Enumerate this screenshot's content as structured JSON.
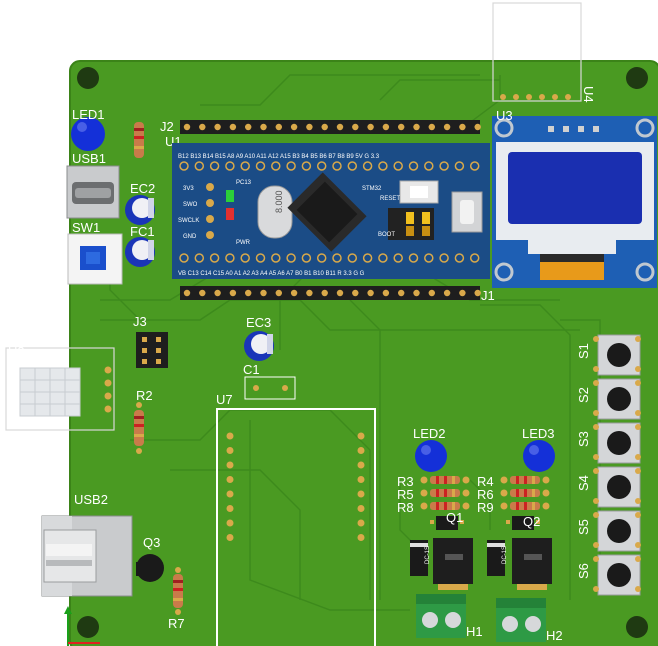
{
  "board": {
    "colors": {
      "pcb": "#4a9a22",
      "pcb_edge": "#3b8318",
      "trace": "#3d8a1c",
      "mount_hole": "#1f3a12",
      "silkscreen": "#ffffff",
      "stm32_board": "#1b4c86",
      "oled_pcb": "#1e5fb4",
      "oled_screen": "#1a2fb0",
      "pad_gold": "#d9a94a",
      "led_blue": "#1430d8",
      "terminal_green": "#2e9a45"
    },
    "labels": {
      "led1": "LED1",
      "usb1": "USB1",
      "sw1": "SW1",
      "ec2": "EC2",
      "fc1": "FC1",
      "j2": "J2",
      "u1": "U1",
      "u4": "U4",
      "j1": "J1",
      "u3": "U3",
      "j3": "J3",
      "r2": "R2",
      "ec3": "EC3",
      "c1": "C1",
      "u7": "U7",
      "led2": "LED2",
      "led3": "LED3",
      "r3": "R3",
      "r5": "R5",
      "r8": "R8",
      "r4": "R4",
      "r6": "R6",
      "r9": "R9",
      "q1": "Q1",
      "q2": "Q2",
      "usb2": "USB2",
      "q3": "Q3",
      "r7": "R7",
      "h1": "H1",
      "h2": "H2",
      "s1": "S1",
      "s2": "S2",
      "s3": "S3",
      "s4": "S4",
      "s5": "S5",
      "s6": "S6"
    },
    "stm32": {
      "top_pins": "B12 B13 B14 B15 A8 A9 A10 A11 A12 A15 B3 B4 B5 B6 B7 B8 B9 5V G 3.3",
      "bottom_pins": "VB C13 C14 C15 A0 A1 A2 A3 A4 A5 A6 A7 B0 B1 B10 B11 R 3.3 G G",
      "header_pins": [
        "3V3",
        "SWO",
        "SWCLK",
        "GND"
      ],
      "chip": "STM32",
      "crystal": "8.000",
      "pc13": "PC13",
      "pwr": "PWR",
      "reset": "RESET",
      "boot": "BOOT"
    },
    "relay_text": "DC-1S"
  }
}
